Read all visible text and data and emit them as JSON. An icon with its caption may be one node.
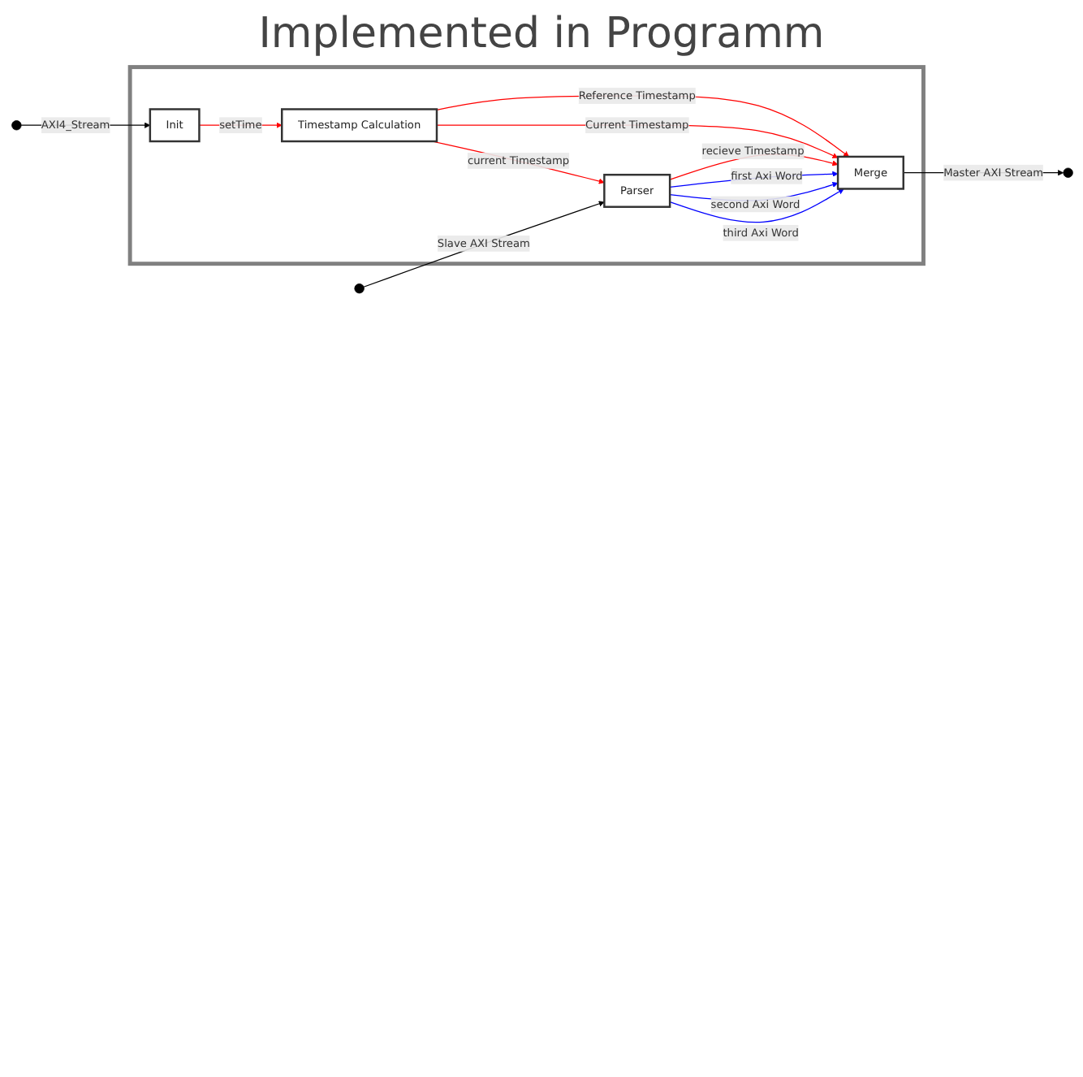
{
  "diagram": {
    "title": "Implemented in Programm",
    "nodes": [
      {
        "text": [],
        "shape": "box"
      },
      {
        "text": [
          "Init"
        ],
        "in": 0
      },
      {
        "text": [
          "Timestamp Calculation"
        ],
        "in": 0
      },
      {
        "text": [
          "Parser"
        ],
        "in": 0
      },
      {
        "text": [
          "Merge"
        ],
        "in": 0
      }
    ],
    "edges": [
      {
        "from": null,
        "to": 1,
        "arrow": "to",
        "label": "AXI4_Stream",
        "color": "#000000"
      },
      {
        "from": 1,
        "to": 2,
        "arrow": "to",
        "label": "setTime",
        "color": "#ff0000"
      },
      {
        "from": 2,
        "to": 4,
        "arrow": "to",
        "label": "Reference Timestamp",
        "color": "#ff0000"
      },
      {
        "from": 2,
        "to": 4,
        "arrow": "to",
        "label": "Current Timestamp",
        "color": "#ff0000"
      },
      {
        "from": 2,
        "to": 3,
        "arrow": "to",
        "label": "current Timestamp",
        "color": "#ff0000"
      },
      {
        "from": 3,
        "to": 4,
        "arrow": "to",
        "label": "recieve Timestamp",
        "color": "#ff0000"
      },
      {
        "from": 3,
        "to": 4,
        "arrow": "to",
        "label": "first Axi Word",
        "color": "#0000ff"
      },
      {
        "from": 3,
        "to": 4,
        "arrow": "to",
        "label": "second Axi Word",
        "color": "#0000ff"
      },
      {
        "from": 3,
        "to": 4,
        "arrow": "to",
        "label": "third Axi Word",
        "color": "#0000ff"
      },
      {
        "from": null,
        "to": 3,
        "arrow": "to",
        "label": "Slave AXI Stream",
        "color": "#000000"
      },
      {
        "from": 4,
        "to": null,
        "arrow": "to",
        "label": "Master AXI Stream",
        "color": "#000000"
      }
    ]
  }
}
